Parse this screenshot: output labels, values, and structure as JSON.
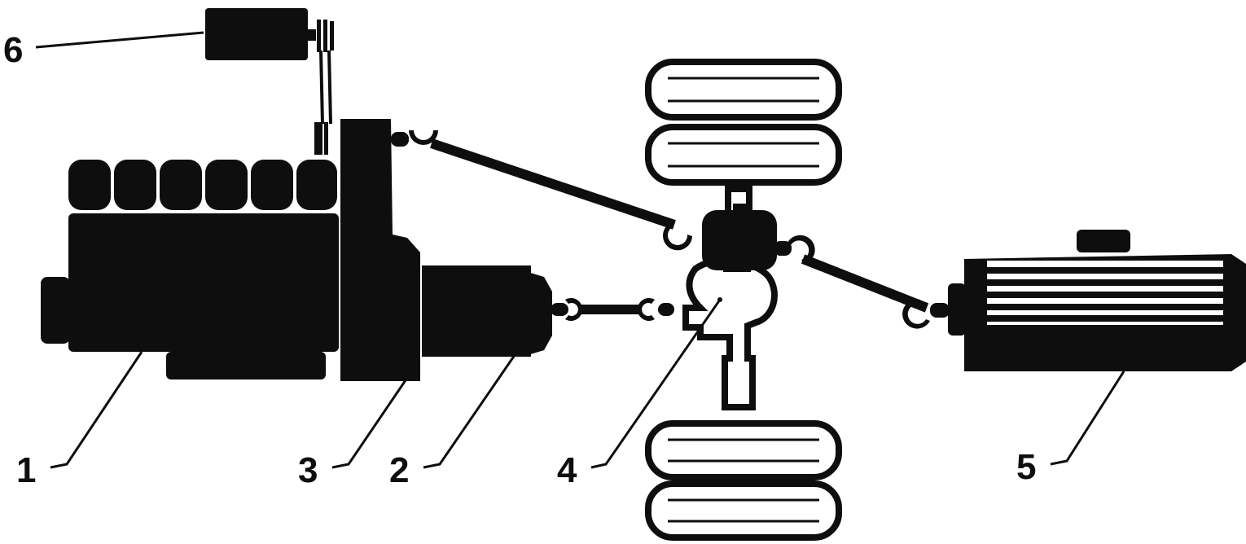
{
  "callouts": [
    {
      "id": "1",
      "text": "1"
    },
    {
      "id": "2",
      "text": "2"
    },
    {
      "id": "3",
      "text": "3"
    },
    {
      "id": "4",
      "text": "4"
    },
    {
      "id": "5",
      "text": "5"
    },
    {
      "id": "6",
      "text": "6"
    }
  ],
  "colors": {
    "ink": "#0e0e0e",
    "paper": "#ffffff"
  }
}
